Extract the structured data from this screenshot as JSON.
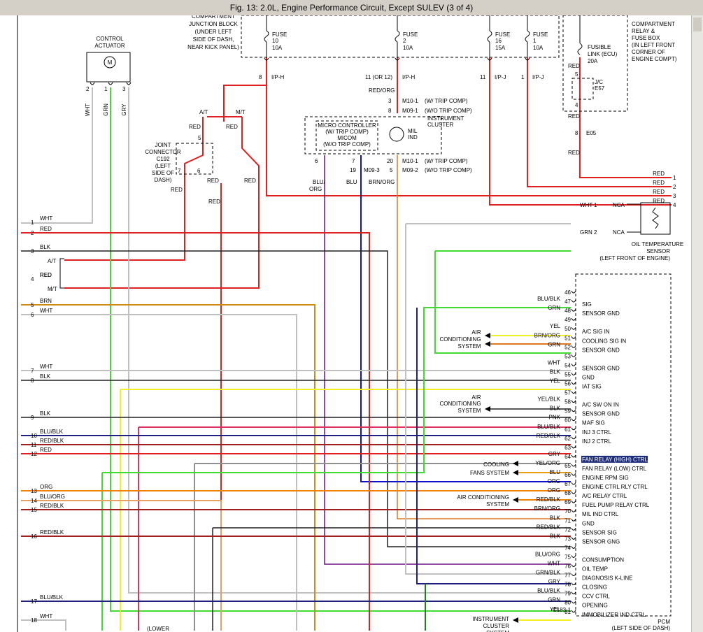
{
  "window": {
    "title": "Fig. 13: 2.0L, Engine Performance Circuit, Except SULEV (3 of 4)"
  },
  "colors": {
    "RED": "#e02020",
    "BLK": "#202020",
    "WHT": "#c0c0c0",
    "GRN": "#40dd30",
    "YEL": "#f4f020",
    "ORG": "#f08000",
    "BRN": "#d28a10",
    "BLU": "#1010c8",
    "GRY": "#909090",
    "PNK": "#e03060",
    "PUR": "#6a1080",
    "LTB": "#10a8d0",
    "TAN": "#e8a060",
    "REDBLK": "#a02020",
    "BLUBLK": "#202080",
    "BLUORG": "#603090",
    "YELORG": "#e8a010",
    "BRNORG": "#e07820",
    "GRNBLK": "#208020",
    "BLUGRN": "#1a9a9a"
  },
  "components": {
    "control_actuator": {
      "title1": "CONTROL",
      "title2": "ACTUATOR",
      "motor": "M",
      "pin2": "2",
      "pin1": "1",
      "pin3": "3",
      "w1": "WHT",
      "w2": "GRN",
      "w3": "GRY"
    },
    "junction_block": {
      "l1": "COMPARTMENT",
      "l2": "JUNCTION BLOCK",
      "l3": "(UNDER LEFT",
      "l4": "SIDE OF DASH,",
      "l5": "NEAR KICK PANEL)"
    },
    "fuse10": {
      "l1": "FUSE",
      "l2": "10",
      "l3": "10A",
      "pin": "8",
      "conn": "I/P-H"
    },
    "fuse2": {
      "l1": "FUSE",
      "l2": "2",
      "l3": "10A",
      "pin": "11 (OR 12)",
      "conn": "I/P-H"
    },
    "fuse16": {
      "l1": "FUSE",
      "l2": "16",
      "l3": "15A",
      "pin": "11",
      "conn": "I/P-J"
    },
    "fuse1": {
      "l1": "FUSE",
      "l2": "1",
      "l3": "10A",
      "pin": "1",
      "conn": "I/P-J"
    },
    "relay_box": {
      "l1": "COMPARTMENT",
      "l2": "RELAY &",
      "l3": "FUSE BOX",
      "l4": "(IN LEFT FRONT",
      "l5": "CORNER OF",
      "l6": "ENGINE COMPT)"
    },
    "fusible_link": {
      "l1": "FUSIBLE",
      "l2": "LINK (ECU)",
      "l3": "20A",
      "jc": "J/C",
      "e57": "E57",
      "p5": "5",
      "p4": "4",
      "p8": "8",
      "e05": "E05"
    },
    "instrument_cluster": {
      "l1": "INSTRUMENT",
      "l2": "CLUSTER",
      "micro1": "MICRO CONTROLLER",
      "micro2": "(W/ TRIP COMP)",
      "micom": "MICOM",
      "micro4": "(W/O TRIP COMP)",
      "mil1": "MIL",
      "mil2": "IND",
      "p3": "3",
      "p8": "8",
      "p6": "6",
      "p7": "7",
      "p20": "20",
      "p19": "19",
      "p5": "5",
      "m10a": "M10-1",
      "m09a": "M09-1",
      "m10b": "M10-1",
      "m09b": "M09-2",
      "m09c": "M09-3",
      "trip": "(W/ TRIP COMP)",
      "notrip": "(W/O TRIP COMP)",
      "redorg": "RED/ORG",
      "bluorg": "BLU/",
      "bluorg2": "ORG",
      "blu": "BLU",
      "brnorg": "BRN/ORG"
    },
    "joint_connector": {
      "l1": "JOINT",
      "l2": "CONNECTOR",
      "l3": "C192",
      "l4": "(LEFT",
      "l5": "SIDE OF",
      "l6": "DASH)",
      "at": "A/T",
      "mt": "M/T",
      "p5": "5",
      "p7": "7",
      "p6": "6"
    },
    "oil_temp_sensor": {
      "l1": "OIL TEMPERATURE",
      "l2": "SENSOR",
      "l3": "(LEFT FRONT OF ENGINE)",
      "w1": "WHT",
      "p1": "1",
      "nca1": "NCA",
      "w2": "GRN",
      "p2": "2",
      "nca2": "NCA"
    },
    "pcm": {
      "l1": "PCM",
      "l2": "(LEFT SIDE OF DASH)",
      "conn": "C183-1"
    }
  },
  "labels": {
    "red": "RED",
    "ac_system1": "AIR",
    "ac_system2": "CONDITIONING",
    "ac_system3": "SYSTEM",
    "cooling1": "COOLING",
    "cooling2": "FANS SYSTEM",
    "acsys2_1": "AIR CONDITIONING",
    "acsys2_2": "SYSTEM",
    "inst1": "INSTRUMENT",
    "inst2": "CLUSTER",
    "inst3": "SYSTEM",
    "lower": "(LOWER"
  },
  "right_connector": [
    {
      "num": "1",
      "label": "RED"
    },
    {
      "num": "2",
      "label": "RED"
    },
    {
      "num": "3",
      "label": "RED"
    },
    {
      "num": "4",
      "label": "RED"
    }
  ],
  "left_connector": [
    {
      "num": "1",
      "color": "WHT"
    },
    {
      "num": "2",
      "color": "RED"
    },
    {
      "num": "3",
      "color": "BLK"
    },
    {
      "num": "4a",
      "color": "A/T"
    },
    {
      "num": "4",
      "color": "RED"
    },
    {
      "num": "4b",
      "color": "M/T"
    },
    {
      "num": "5",
      "color": "BRN"
    },
    {
      "num": "6",
      "color": "WHT"
    },
    {
      "num": "7",
      "color": "WHT"
    },
    {
      "num": "8",
      "color": "BLK"
    },
    {
      "num": "9",
      "color": "BLK"
    },
    {
      "num": "10",
      "color": "BLU/BLK"
    },
    {
      "num": "11",
      "color": "RED/BLK"
    },
    {
      "num": "12",
      "color": "RED"
    },
    {
      "num": "13",
      "color": "ORG"
    },
    {
      "num": "14",
      "color": "BLU/ORG"
    },
    {
      "num": "15",
      "color": "RED/BLK"
    },
    {
      "num": "16",
      "color": "RED/BLK"
    },
    {
      "num": "17",
      "color": "BLU/BLK"
    },
    {
      "num": "18",
      "color": "WHT"
    }
  ],
  "pcm_pins": [
    {
      "pin": "46",
      "wire": "",
      "name": ""
    },
    {
      "pin": "47",
      "wire": "BLU/BLK",
      "name": "SIG"
    },
    {
      "pin": "48",
      "wire": "GRN",
      "name": "SENSOR GND"
    },
    {
      "pin": "49",
      "wire": "",
      "name": ""
    },
    {
      "pin": "50",
      "wire": "YEL",
      "name": "A/C SIG IN"
    },
    {
      "pin": "51",
      "wire": "BRN/ORG",
      "name": "COOLING SIG IN"
    },
    {
      "pin": "52",
      "wire": "GRN",
      "name": "SENSOR GND"
    },
    {
      "pin": "53",
      "wire": "",
      "name": ""
    },
    {
      "pin": "54",
      "wire": "WHT",
      "name": "SENSOR GND"
    },
    {
      "pin": "55",
      "wire": "BLK",
      "name": "GND"
    },
    {
      "pin": "56",
      "wire": "YEL",
      "name": "IAT SIG"
    },
    {
      "pin": "57",
      "wire": "",
      "name": ""
    },
    {
      "pin": "58",
      "wire": "YEL/BLK",
      "name": "A/C SW ON IN"
    },
    {
      "pin": "59",
      "wire": "BLK",
      "name": "SENSOR GND"
    },
    {
      "pin": "60",
      "wire": "PNK",
      "name": "MAF SIG"
    },
    {
      "pin": "61",
      "wire": "BLU/BLK",
      "name": "INJ 3 CTRL"
    },
    {
      "pin": "62",
      "wire": "RED/BLK",
      "name": "INJ 2 CTRL"
    },
    {
      "pin": "63",
      "wire": "",
      "name": ""
    },
    {
      "pin": "64",
      "wire": "GRY",
      "name": "FAN RELAY (HIGH) CTRL"
    },
    {
      "pin": "65",
      "wire": "YEL/ORG",
      "name": "FAN RELAY (LOW) CTRL"
    },
    {
      "pin": "66",
      "wire": "BLU",
      "name": "ENGINE RPM SIG"
    },
    {
      "pin": "67",
      "wire": "ORG",
      "name": "ENGINE CTRL RLY CTRL"
    },
    {
      "pin": "68",
      "wire": "ORG",
      "name": "A/C RELAY CTRL"
    },
    {
      "pin": "69",
      "wire": "RED/BLK",
      "name": "FUEL PUMP RELAY CTRL"
    },
    {
      "pin": "70",
      "wire": "BRN/ORG",
      "name": "MIL IND CTRL"
    },
    {
      "pin": "71",
      "wire": "BLK",
      "name": "GND"
    },
    {
      "pin": "72",
      "wire": "RED/BLK",
      "name": "SENSOR SIG"
    },
    {
      "pin": "73",
      "wire": "BLK",
      "name": "SENSOR GNG"
    },
    {
      "pin": "74",
      "wire": "",
      "name": ""
    },
    {
      "pin": "75",
      "wire": "BLU/ORG",
      "name": "CONSUMPTION"
    },
    {
      "pin": "76",
      "wire": "WHT",
      "name": "OIL TEMP"
    },
    {
      "pin": "77",
      "wire": "GRN/BLK",
      "name": "DIAGNOSIS K-LINE"
    },
    {
      "pin": "78",
      "wire": "GRY",
      "name": "CLOSING"
    },
    {
      "pin": "79",
      "wire": "BLU/BLK",
      "name": "CCV CTRL"
    },
    {
      "pin": "80",
      "wire": "GRN",
      "name": "OPENING"
    },
    {
      "pin": "81",
      "wire": "YEL",
      "name": "IMMOBILIZER IND CTRL"
    }
  ]
}
